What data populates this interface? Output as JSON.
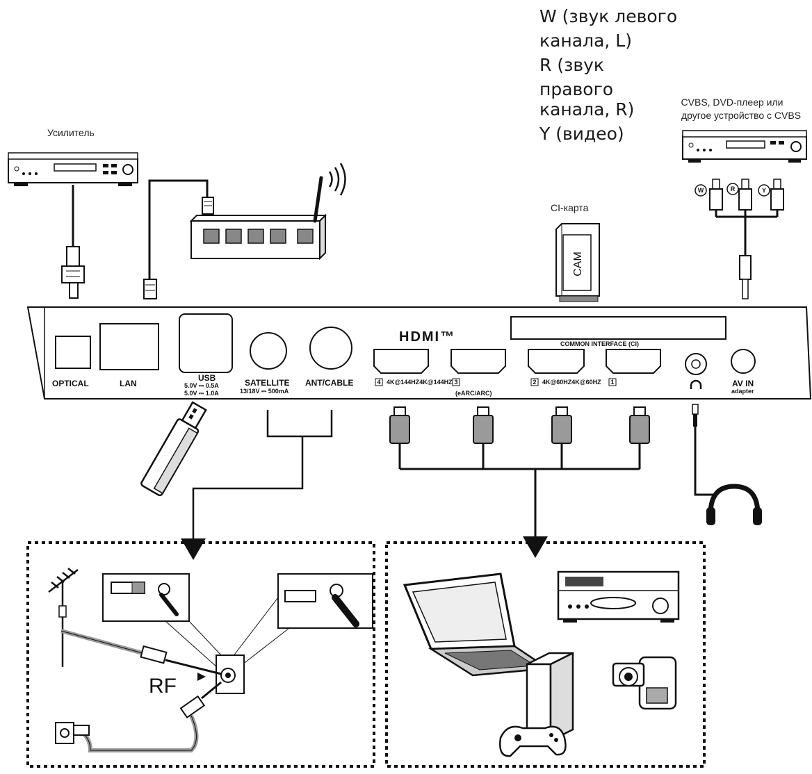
{
  "legend": {
    "lines": [
      "W (звук левого",
      "канала, L)",
      "R (звук",
      "правого",
      "канала, R)",
      "Y (видео)"
    ]
  },
  "devices": {
    "amplifier": "Усилитель",
    "ci_card": "CI-карта",
    "cam": "CAM",
    "cvbs_line1": "CVBS, DVD-плеер или",
    "cvbs_line2": "другое устройство с CVBS",
    "rf": "RF"
  },
  "rca": {
    "w": "W",
    "r": "R",
    "y": "Y"
  },
  "panel": {
    "optical": "OPTICAL",
    "lan": "LAN",
    "usb": "USB",
    "usb_spec1": "5.0V ⎓ 0.5A",
    "usb_spec2": "5.0V ⎓ 1.0A",
    "satellite": "SATELLITE",
    "satellite_spec": "13/18V ⎓ 500mA",
    "ant_cable": "ANT/CABLE",
    "hdmi_logo": "HDMI™",
    "common_interface": "COMMON INTERFACE (CI)",
    "hdmi4_num": "4",
    "hdmi4_spec": "4K@144HZ4K@144HZ",
    "hdmi3_num": "3",
    "earc": "(eARC/ARC)",
    "hdmi2_num": "2",
    "hdmi2_spec": "4K@60HZ4K@60HZ",
    "hdmi1_num": "1",
    "av_in": "AV IN",
    "adapter": "adapter"
  }
}
